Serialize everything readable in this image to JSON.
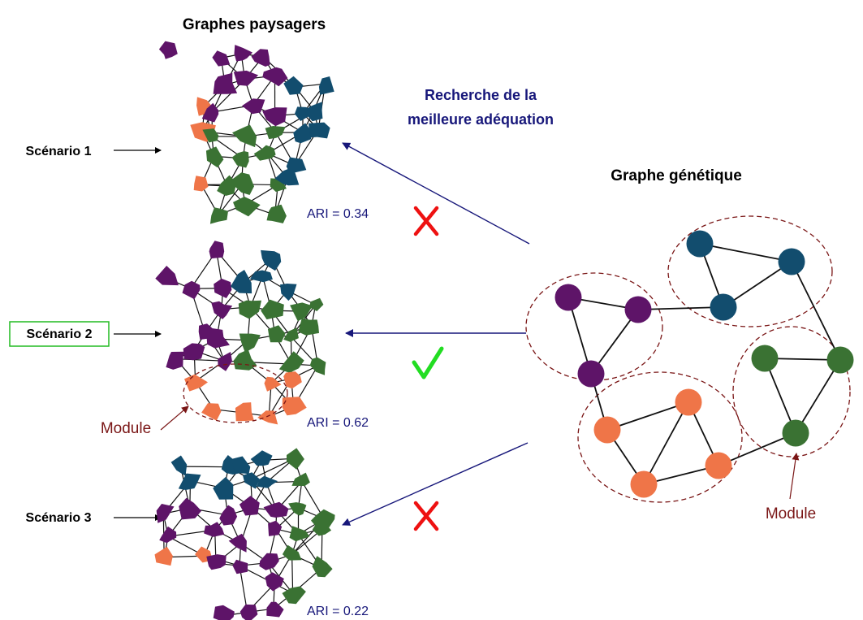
{
  "titles": {
    "landscape": "Graphes paysagers",
    "genetic": "Graphe génétique",
    "search_line1": "Recherche de la",
    "search_line2": "meilleure adéquation"
  },
  "scenarios": [
    {
      "label": "Scénario 1",
      "ari": "ARI = 0.34",
      "verdict": "cross",
      "highlighted": false
    },
    {
      "label": "Scénario 2",
      "ari": "ARI = 0.62",
      "verdict": "check",
      "highlighted": true
    },
    {
      "label": "Scénario 3",
      "ari": "ARI = 0.22",
      "verdict": "cross",
      "highlighted": false
    }
  ],
  "annotations": {
    "module_left": "Module",
    "module_right": "Module"
  },
  "colors": {
    "purple": "#5e1468",
    "blue": "#124d6e",
    "green": "#3a7233",
    "orange": "#ef7548",
    "navy": "#17177a",
    "darkred": "#7a1616",
    "cross": "#ee1111",
    "check": "#22dd22",
    "box": "#22bb22"
  }
}
